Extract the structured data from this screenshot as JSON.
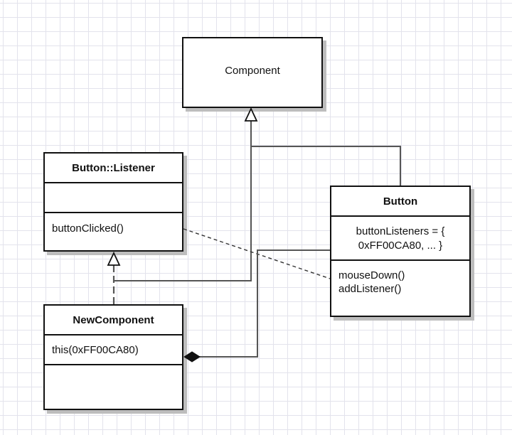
{
  "diagram": {
    "classes": {
      "component": {
        "name": "Component"
      },
      "button_listener": {
        "name": "Button::Listener",
        "attributes": [],
        "operations": [
          "buttonClicked()"
        ]
      },
      "button": {
        "name": "Button",
        "attributes": [
          "buttonListeners = {",
          "0xFF00CA80, ... }"
        ],
        "operations": [
          "mouseDown()",
          "addListener()"
        ]
      },
      "new_component": {
        "name": "NewComponent",
        "attributes": [
          "this(0xFF00CA80)"
        ],
        "operations": []
      }
    },
    "relations": [
      {
        "type": "generalization",
        "from": "Button",
        "to": "Component"
      },
      {
        "type": "generalization",
        "from": "NewComponent",
        "to": "Component"
      },
      {
        "type": "realization",
        "from": "NewComponent",
        "to": "Button::Listener"
      },
      {
        "type": "dependency",
        "from": "Button::Listener",
        "to": "Button"
      },
      {
        "type": "composition",
        "from": "Button",
        "to": "NewComponent"
      }
    ],
    "colors": {
      "class_border": "#111111",
      "connector": "#555555",
      "shadow": "#bdbdbd",
      "grid": "#e3e3ec"
    }
  }
}
